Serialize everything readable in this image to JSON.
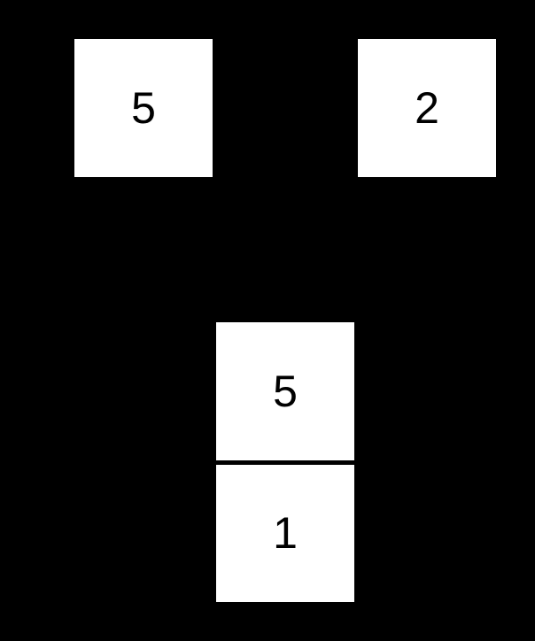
{
  "board": {
    "background_color": "#000000",
    "tile_color": "#ffffff",
    "text_color": "#000000",
    "tiles": [
      {
        "id": "tile-top-left",
        "value": "5"
      },
      {
        "id": "tile-top-right",
        "value": "2"
      },
      {
        "id": "tile-stack-top",
        "value": "5"
      },
      {
        "id": "tile-stack-bottom",
        "value": "1"
      }
    ]
  }
}
